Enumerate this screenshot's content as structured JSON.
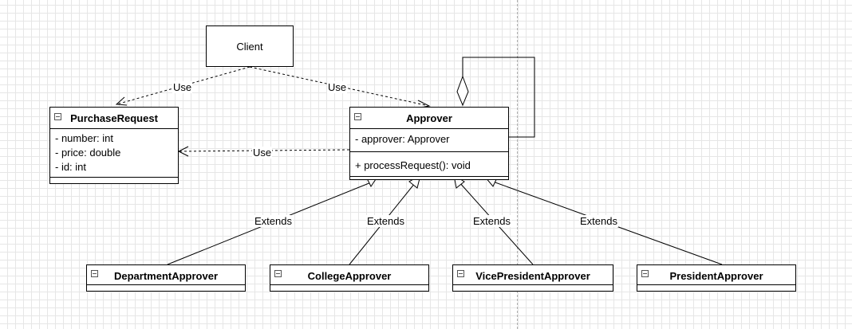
{
  "client": {
    "label": "Client"
  },
  "purchase_request": {
    "name": "PurchaseRequest",
    "attributes": [
      "- number: int",
      "- price: double",
      "- id: int"
    ]
  },
  "approver": {
    "name": "Approver",
    "attributes": [
      "- approver: Approver"
    ],
    "methods": [
      "+ processRequest(): void"
    ]
  },
  "subclasses": [
    {
      "name": "DepartmentApprover"
    },
    {
      "name": "CollegeApprover"
    },
    {
      "name": "VicePresidentApprover"
    },
    {
      "name": "PresidentApprover"
    }
  ],
  "edges": {
    "client_to_purchase_request": "Use",
    "client_to_approver": "Use",
    "approver_to_purchase_request": "Use",
    "extends": [
      "Extends",
      "Extends",
      "Extends",
      "Extends"
    ]
  },
  "colors": {
    "grid": "#e6e6e6",
    "stroke": "#000000",
    "background": "#ffffff"
  }
}
